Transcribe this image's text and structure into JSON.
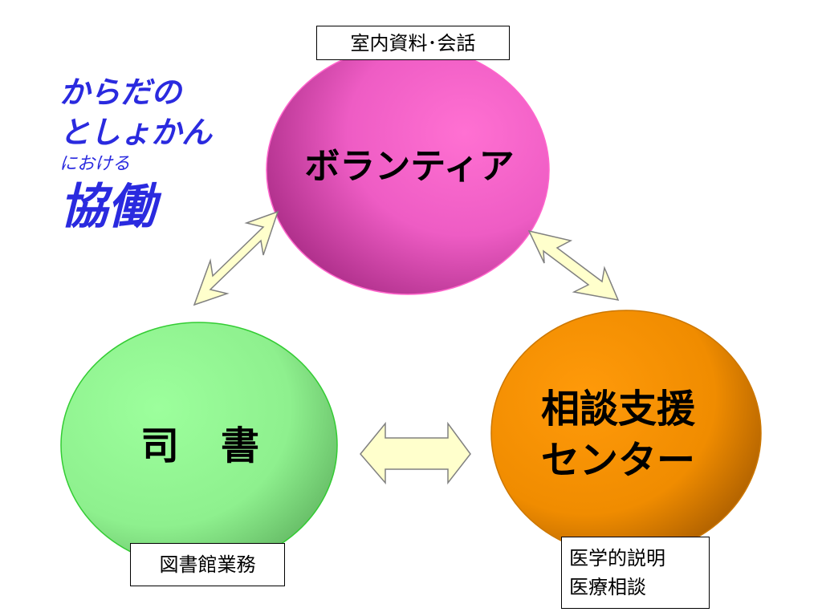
{
  "side_title": {
    "line1": "からだの",
    "line2": "としょかん",
    "line3": "における",
    "line4": "協働"
  },
  "nodes": {
    "volunteer": {
      "title": "ボランティア",
      "box_label": "室内資料･会話",
      "color": "#ff66cc"
    },
    "librarian": {
      "title": "司　書",
      "box_label": "図書館業務",
      "color": "#99ff99"
    },
    "support": {
      "title_line1": "相談支援",
      "title_line2": "センター",
      "box_line1": "医学的説明",
      "box_line2": "医療相談",
      "color": "#ff9900"
    }
  },
  "arrow_color": "#ffffcc"
}
